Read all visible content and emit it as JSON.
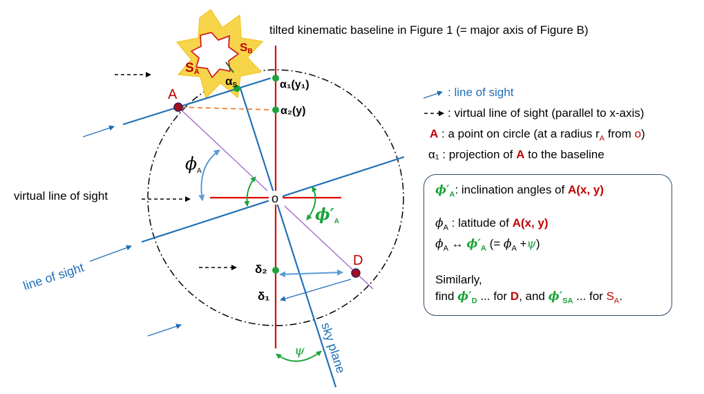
{
  "caption": "tilted kinematic baseline in Figure 1 (= major axis of Figure B)",
  "labels": {
    "point_a": "A",
    "point_d": "D",
    "source_a": "S",
    "source_a_sub": "A",
    "source_b": "S",
    "source_b_sub": "B",
    "alpha_s": "α",
    "alpha_s_sub": "S",
    "alpha1": "α₁(y₁)",
    "alpha2": "α₂(y)",
    "origin": "o",
    "delta1": "δ₁",
    "delta2": "δ₂",
    "phi_a": "ϕ",
    "phi_a_sub": "A",
    "phi_prime_a": "ϕ′",
    "phi_prime_a_sub": "A",
    "psi": "ψ",
    "sky_plane": "sky plane",
    "line_of_sight": "line of sight",
    "virtual_line_of_sight": "virtual line of sight"
  },
  "legend": {
    "los": ": line of sight",
    "virtual_los": ": virtual line of sight (parallel to x-axis)",
    "a_key": "A",
    "a_text_1": " : a point on circle (at a radius r",
    "a_text_sub": "A",
    "a_text_2": " from ",
    "a_text_o": "o",
    "a_text_3": ")",
    "alpha_key": "α₁",
    "alpha_text_1": " : projection of ",
    "alpha_text_a": "A",
    "alpha_text_2": " to the baseline"
  },
  "box": {
    "line1_sym": "ϕ′",
    "line1_sub": "A",
    "line1_text": ": inclination angles of ",
    "line1_point": "A(x, y)",
    "line2_sym": "ϕ",
    "line2_sub": "A",
    "line2_text": " : latitude of ",
    "line2_point": "A(x, y)",
    "line3_sym": "ϕ",
    "line3_sub": "A",
    "line3_arrow": " ↔ ",
    "line3_sym2": "ϕ′",
    "line3_sub2": "A",
    "line3_paren1": " (= ",
    "line3_sym3": "ϕ",
    "line3_sub3": "A",
    "line3_plus": " +",
    "line3_psi": "ψ",
    "line3_paren2": ")",
    "line4": "Similarly,",
    "line5_a": "find  ",
    "line5_sym": "ϕ′",
    "line5_sub": "D",
    "line5_b": " ... for ",
    "line5_d": "D",
    "line5_c": ",  and ",
    "line5_sym2": "ϕ′",
    "line5_sub2": "SA",
    "line5_d2": " ... for ",
    "line5_s": "S",
    "line5_ssub": "A",
    "line5_end": "."
  },
  "colors": {
    "blue": "#1f6fb7",
    "red": "#d00000",
    "green": "#1aa33a",
    "purple": "#8a4db0",
    "orange": "#f08030",
    "star_fill": "#f7d54a",
    "dark_red_point": "#a01020"
  }
}
